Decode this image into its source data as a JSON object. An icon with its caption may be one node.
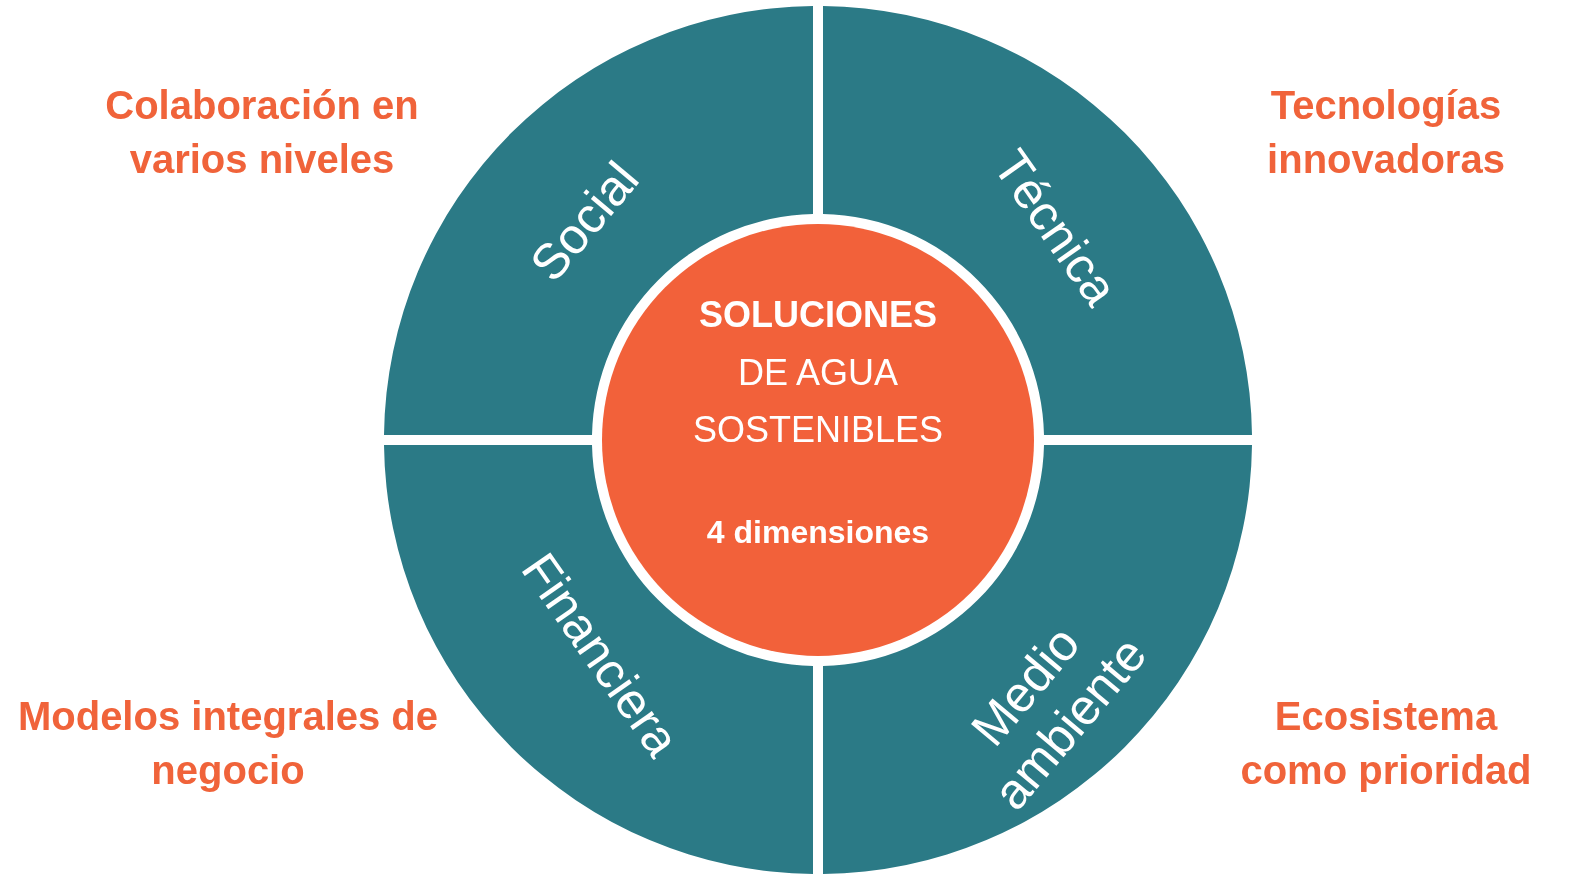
{
  "diagram": {
    "nodes": [
      {
        "text": [
          "Social"
        ]
      },
      {
        "text": [
          "Técnica"
        ]
      },
      {
        "text": [
          "Financiera"
        ]
      },
      {
        "text": [
          "Medio ambiente"
        ]
      },
      {
        "text": [
          "**SOLUCIONES** DE AGUA SOSTENIBLES",
          "4 dimensiones"
        ]
      }
    ],
    "edges": [],
    "labels": [
      "Colaboración en varios niveles",
      "Tecnologías innovadoras",
      "Modelos integrales de negocio",
      "Ecosistema como prioridad"
    ]
  }
}
